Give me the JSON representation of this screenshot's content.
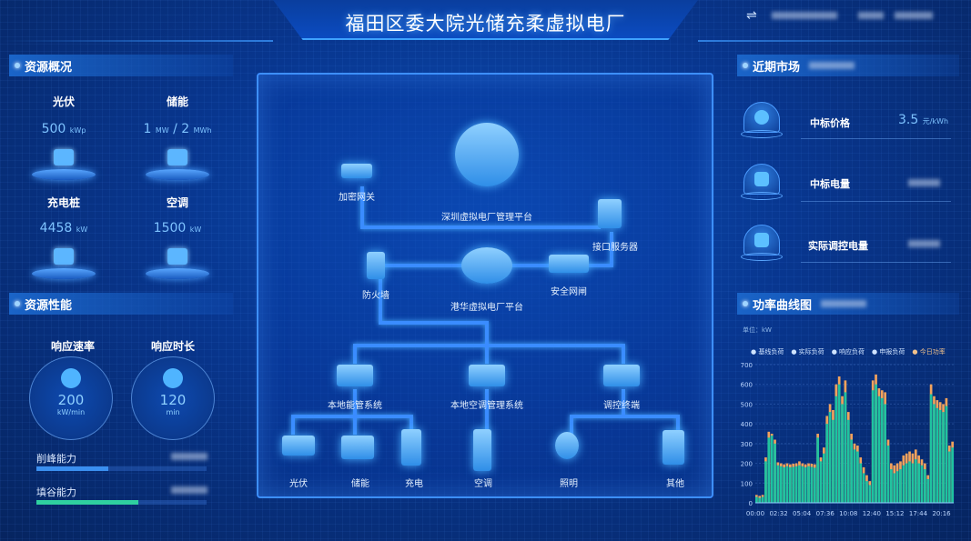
{
  "header": {
    "title": "福田区委大院光储充柔虚拟电厂",
    "swap_icon": "⇌"
  },
  "overview": {
    "title": "资源概况",
    "items": [
      {
        "label": "光伏",
        "value": "500",
        "unit": "kWp",
        "icon": "solar-panel-icon"
      },
      {
        "label": "储能",
        "value": "1",
        "unit": "MW",
        "sep": "/",
        "value2": "2",
        "unit2": "MWh",
        "icon": "battery-icon"
      },
      {
        "label": "充电桩",
        "value": "4458",
        "unit": "kW",
        "icon": "charger-icon"
      },
      {
        "label": "空调",
        "value": "1500",
        "unit": "kW",
        "icon": "air-conditioner-icon"
      }
    ]
  },
  "performance": {
    "title": "资源性能",
    "gauges": [
      {
        "label": "响应速率",
        "value": "200",
        "unit": "kW/min"
      },
      {
        "label": "响应时长",
        "value": "120",
        "unit": "min"
      }
    ],
    "bars": [
      {
        "label": "削峰能力",
        "fill": 0.42,
        "color": "#3a8ff0"
      },
      {
        "label": "填谷能力",
        "fill": 0.6,
        "color": "#2fd0a0"
      }
    ]
  },
  "diagram": {
    "nodes": {
      "gateway": "加密网关",
      "sz_platform": "深圳虚拟电厂管理平台",
      "api_server": "接口服务器",
      "firewall": "防火墙",
      "gh_platform": "港华虚拟电厂平台",
      "security_gate": "安全网闸",
      "ems": "本地能管系统",
      "ac_mgmt": "本地空调管理系统",
      "control_terminal": "调控终端",
      "pv": "光伏",
      "storage": "储能",
      "charging": "充电",
      "ac": "空调",
      "lighting": "照明",
      "other": "其他"
    }
  },
  "market": {
    "title": "近期市场",
    "items": [
      {
        "label": "中标价格",
        "value": "3.5",
        "unit": "元/kWh",
        "icon": "target-icon"
      },
      {
        "label": "中标电量",
        "icon": "clipboard-icon"
      },
      {
        "label": "实际调控电量",
        "icon": "sliders-icon"
      }
    ]
  },
  "chart_data": {
    "type": "bar",
    "title": "功率曲线图",
    "unit_label": "单位：kW",
    "legend": [
      "基线负荷",
      "实际负荷",
      "响应负荷",
      "申报负荷",
      "今日功率"
    ],
    "colors": {
      "actual": "#1fc3a0",
      "today": "#f2a25c"
    },
    "ylim": [
      0,
      700
    ],
    "yticks": [
      0,
      100,
      200,
      300,
      400,
      500,
      600,
      700
    ],
    "xlim_hours": [
      0,
      21.6
    ],
    "xticks": [
      "00:00",
      "02:32",
      "05:04",
      "07:36",
      "10:08",
      "12:40",
      "15:12",
      "17:44",
      "20:16"
    ],
    "step_minutes": 20,
    "actual": [
      30,
      25,
      30,
      210,
      330,
      340,
      300,
      190,
      185,
      180,
      185,
      180,
      182,
      185,
      190,
      185,
      180,
      185,
      182,
      178,
      330,
      210,
      250,
      400,
      460,
      420,
      540,
      600,
      500,
      560,
      420,
      320,
      270,
      260,
      200,
      150,
      110,
      90,
      570,
      600,
      540,
      530,
      500,
      290,
      170,
      150,
      160,
      170,
      190,
      200,
      210,
      200,
      220,
      200,
      190,
      170,
      120,
      550,
      500,
      480,
      470,
      460,
      490,
      260,
      280
    ],
    "today": [
      40,
      35,
      40,
      230,
      360,
      350,
      320,
      205,
      200,
      195,
      200,
      195,
      198,
      200,
      210,
      200,
      195,
      200,
      198,
      195,
      350,
      230,
      280,
      440,
      500,
      470,
      600,
      640,
      540,
      620,
      460,
      350,
      300,
      290,
      230,
      180,
      140,
      110,
      620,
      650,
      580,
      570,
      560,
      320,
      200,
      190,
      200,
      210,
      240,
      250,
      260,
      250,
      270,
      240,
      220,
      200,
      140,
      600,
      540,
      520,
      510,
      500,
      530,
      290,
      310
    ]
  }
}
